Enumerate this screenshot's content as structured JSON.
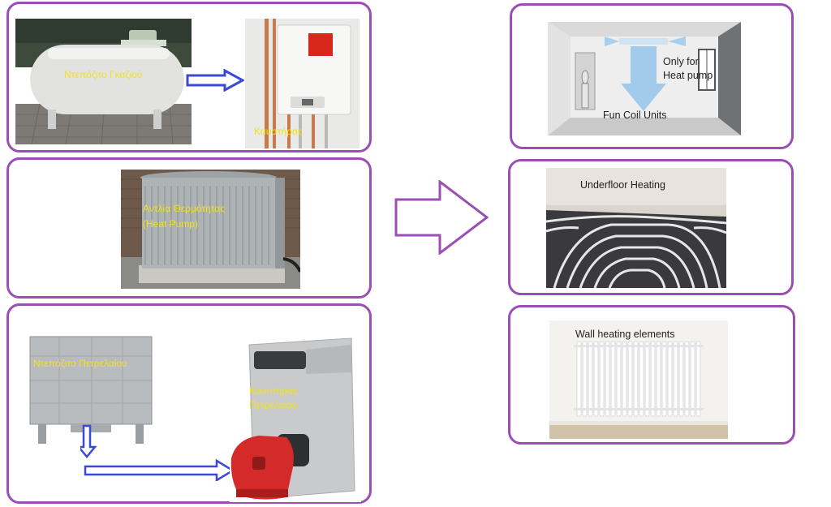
{
  "colors": {
    "panel_border": "#9b4fb3",
    "caption_greek": "#f3e11a",
    "small_arrow": "#3b49d6",
    "big_arrow": "#9b4fb3"
  },
  "sources": {
    "gas_tank_label": "Ντεπόζιτο Γκαζιού",
    "gas_boiler_label": "Καυστήρας",
    "heat_pump_label_line1": "Αντλία Θερμότητας",
    "heat_pump_label_line2": "(Heat Pump)",
    "oil_tank_label": "Ντεπόζιτο Πετρελαίου",
    "oil_boiler_label_line1": "Καυστήρας",
    "oil_boiler_label_line2": "Πετρελαίου"
  },
  "emitters": {
    "fan_coil_note_line1": "Only for",
    "fan_coil_note_line2": "Heat pump",
    "fan_coil_label": "Fun Coil Units",
    "underfloor_label": "Underfloor Heating",
    "wall_label": "Wall heating elements"
  },
  "icons": {
    "small_arrows": "arrow-right-icon",
    "big_arrow": "big-arrow-right-icon"
  }
}
